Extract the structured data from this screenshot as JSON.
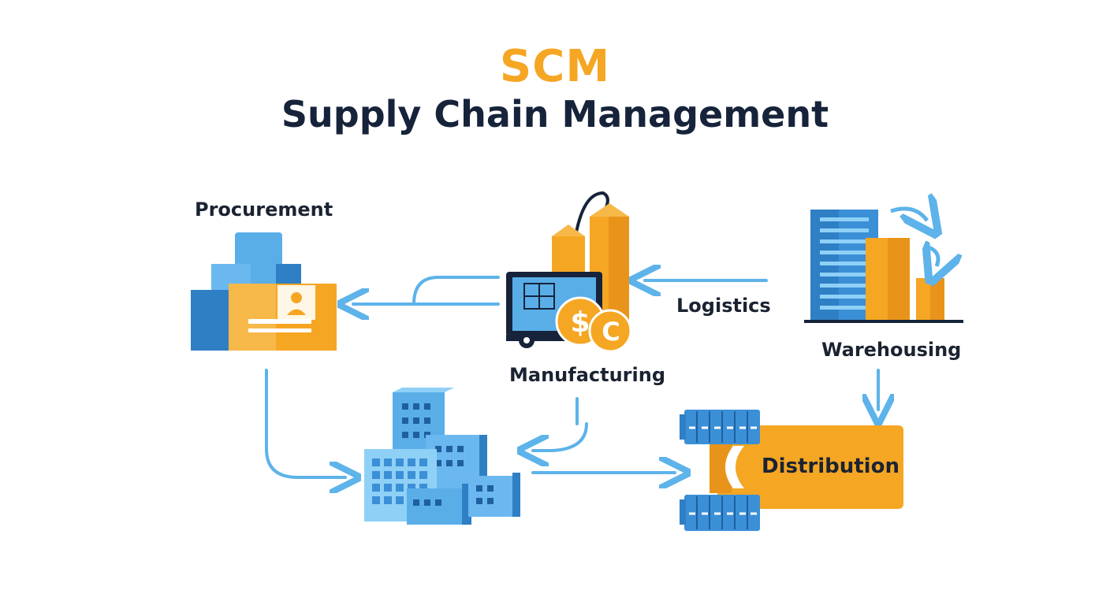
{
  "header": {
    "abbreviation": "SCM",
    "title": "Supply Chain Management"
  },
  "nodes": {
    "procurement": "Procurement",
    "manufacturing": "Manufacturing",
    "logistics": "Logistics",
    "warehousing": "Warehousing",
    "distribution": "Distribution"
  },
  "icons": {
    "procurement": "procurement-buildings-icon",
    "manufacturing": "factory-machine-icon",
    "warehousing": "warehouse-buildings-icon",
    "hub": "city-buildings-icon",
    "distribution": "shipping-containers-icon"
  },
  "colors": {
    "orange": "#f5a623",
    "blue": "#3b8fd6",
    "light_blue": "#6ab8ef",
    "arrow": "#5db3ea",
    "dark": "#16233a"
  }
}
